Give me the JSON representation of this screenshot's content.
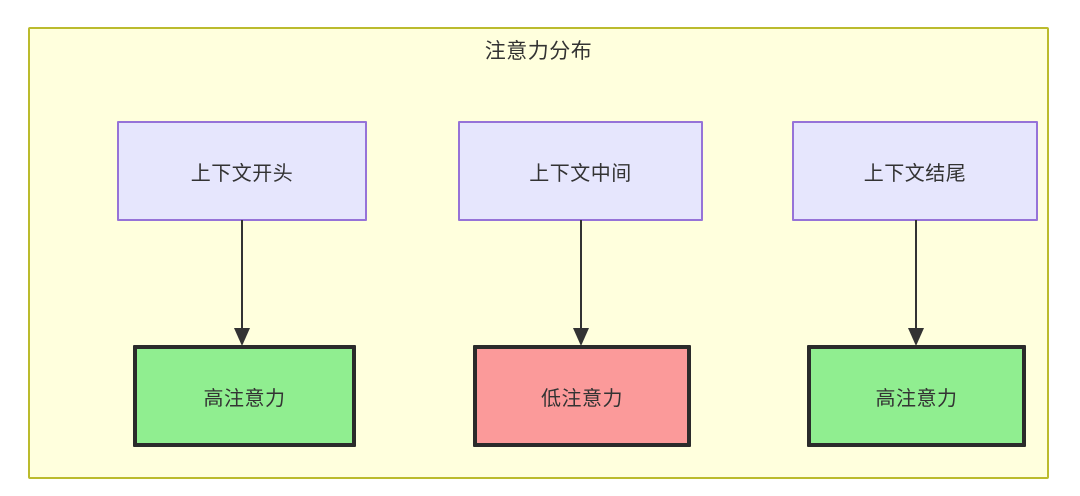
{
  "diagram": {
    "title": "注意力分布",
    "background_color": "#ffffff",
    "container": {
      "fill": "#ffffdd",
      "stroke": "#bbbb2d"
    },
    "context_nodes": [
      {
        "label": "上下文开头",
        "fill": "#e6e6fd",
        "stroke": "#9673d8"
      },
      {
        "label": "上下文中间",
        "fill": "#e6e6fd",
        "stroke": "#9673d8"
      },
      {
        "label": "上下文结尾",
        "fill": "#e6e6fd",
        "stroke": "#9673d8"
      }
    ],
    "attention_nodes": [
      {
        "label": "高注意力",
        "fill": "#90ee90",
        "stroke": "#2b2b2b"
      },
      {
        "label": "低注意力",
        "fill": "#fb9a9a",
        "stroke": "#2b2b2b"
      },
      {
        "label": "高注意力",
        "fill": "#90ee90",
        "stroke": "#2b2b2b"
      }
    ],
    "edges": [
      {
        "from": "上下文开头",
        "to": "高注意力",
        "color": "#333333"
      },
      {
        "from": "上下文中间",
        "to": "低注意力",
        "color": "#333333"
      },
      {
        "from": "上下文结尾",
        "to": "高注意力",
        "color": "#333333"
      }
    ]
  }
}
